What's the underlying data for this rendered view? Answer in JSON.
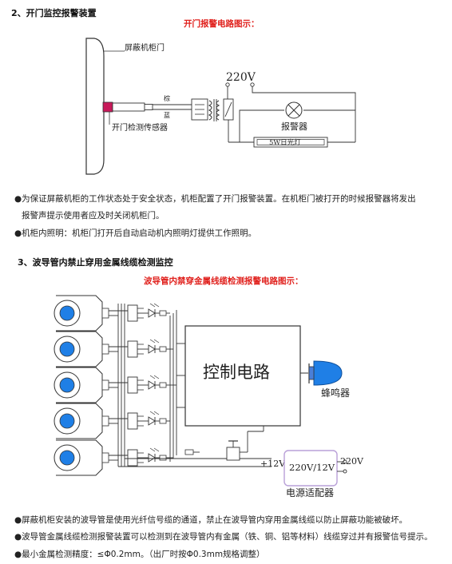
{
  "section1": {
    "title": "2、开门监控报警装置",
    "diagram_title": "开门报警电路图示：",
    "labels": {
      "cabinet_door": "屏蔽机柜门",
      "sensor": "开门检测传感器",
      "wire_brown": "棕",
      "wire_blue": "蓝",
      "voltage": "220V",
      "alarm": "报警器",
      "lamp": "5W日光灯"
    },
    "bullets": [
      "●为保证屏蔽机柜的工作状态处于安全状态，机柜配置了开门报警装置。在机柜门被打开的时候报警器将发出",
      "报警声提示使用者应及时关闭机柜门。",
      "●机柜内照明：机柜门打开后自动启动机内照明灯提供工作照明。"
    ]
  },
  "section2": {
    "title": "3、波导管内禁止穿用金属线缆检测监控",
    "diagram_title": "波导管内禁穿金属线缆检测报警电路图示：",
    "labels": {
      "control": "控制电路",
      "buzzer": "蜂鸣器",
      "plus12": "+12V",
      "adapter_rating": "220V/12V",
      "mains": "220V",
      "adapter": "电源适配器"
    },
    "bullets": [
      "●屏蔽机柜安装的波导管是使用光纤信号缆的通道，禁止在波导管内穿用金属线缆以防止屏蔽功能被破坏。",
      "●波导管金属线缆检测报警装置可以检测到在波导管内有金属（铁、铜、铝等材料）线缆穿过并有报警信号提示。",
      "●最小金属检测精度：≤Φ0.2mm。（出厂时按Φ0.3mm规格调整）"
    ]
  },
  "colors": {
    "heading_red": "#e0201c",
    "sensor_magenta": "#c8195a",
    "adapter_border": "#b9a0d8",
    "detector_blue": "#1f7fe6"
  }
}
